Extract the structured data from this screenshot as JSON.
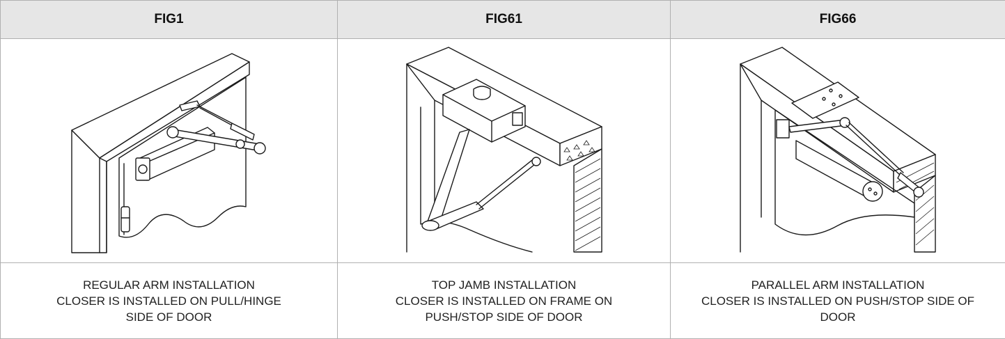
{
  "figures": [
    {
      "label": "FIG1",
      "caption": [
        "REGULAR ARM INSTALLATION",
        "CLOSER IS INSTALLED ON PULL/HINGE",
        "SIDE OF DOOR"
      ],
      "drawing": "regular-arm-installation-drawing"
    },
    {
      "label": "FIG61",
      "caption": [
        "TOP JAMB INSTALLATION",
        "CLOSER IS INSTALLED ON FRAME ON",
        "PUSH/STOP SIDE OF DOOR"
      ],
      "drawing": "top-jamb-installation-drawing"
    },
    {
      "label": "FIG66",
      "caption": [
        "PARALLEL ARM INSTALLATION",
        "CLOSER IS INSTALLED ON PUSH/STOP SIDE OF",
        "DOOR"
      ],
      "drawing": "parallel-arm-installation-drawing"
    }
  ]
}
